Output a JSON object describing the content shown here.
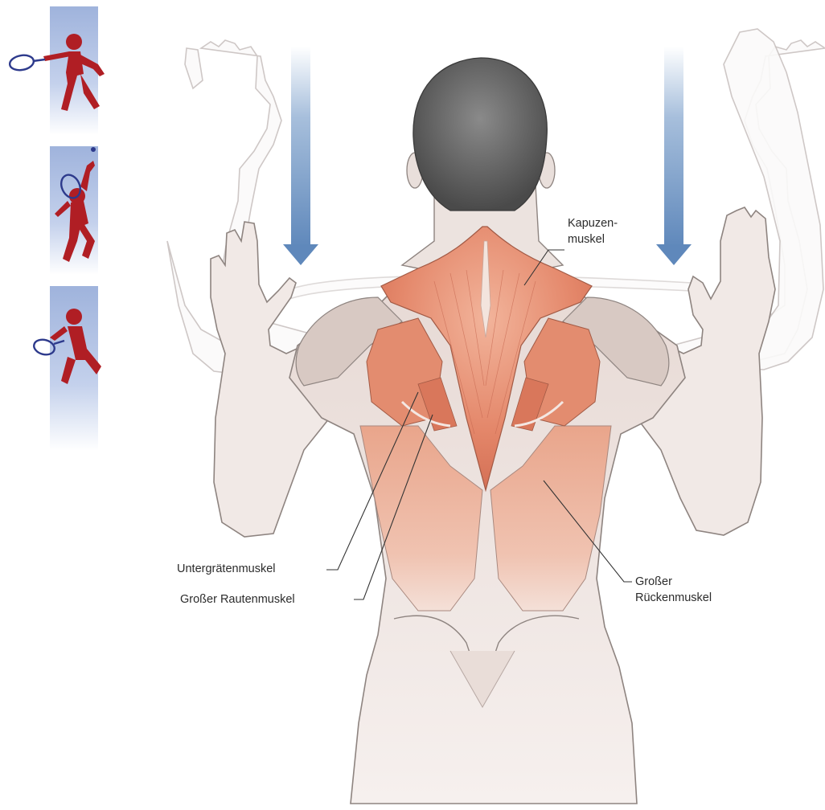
{
  "labels": {
    "trapezius": {
      "line1": "Kapuzen-",
      "line2": "muskel"
    },
    "infraspinatus": "Untergrätenmuskel",
    "rhomboid": "Großer Rautenmuskel",
    "latissimus": {
      "line1": "Großer",
      "line2": "Rückenmuskel"
    }
  },
  "sidebar": {
    "panels": [
      {
        "icon": "forehand-tennis-player-icon"
      },
      {
        "icon": "serve-tennis-player-icon"
      },
      {
        "icon": "low-volley-tennis-player-icon"
      }
    ]
  },
  "colors": {
    "muscle": "#e08a6c",
    "skin": "#ece3df",
    "arrow": "#6d93c0",
    "figure": "#b01e24",
    "panel": "#b9c8e6",
    "racket": "#2d3a8c"
  }
}
